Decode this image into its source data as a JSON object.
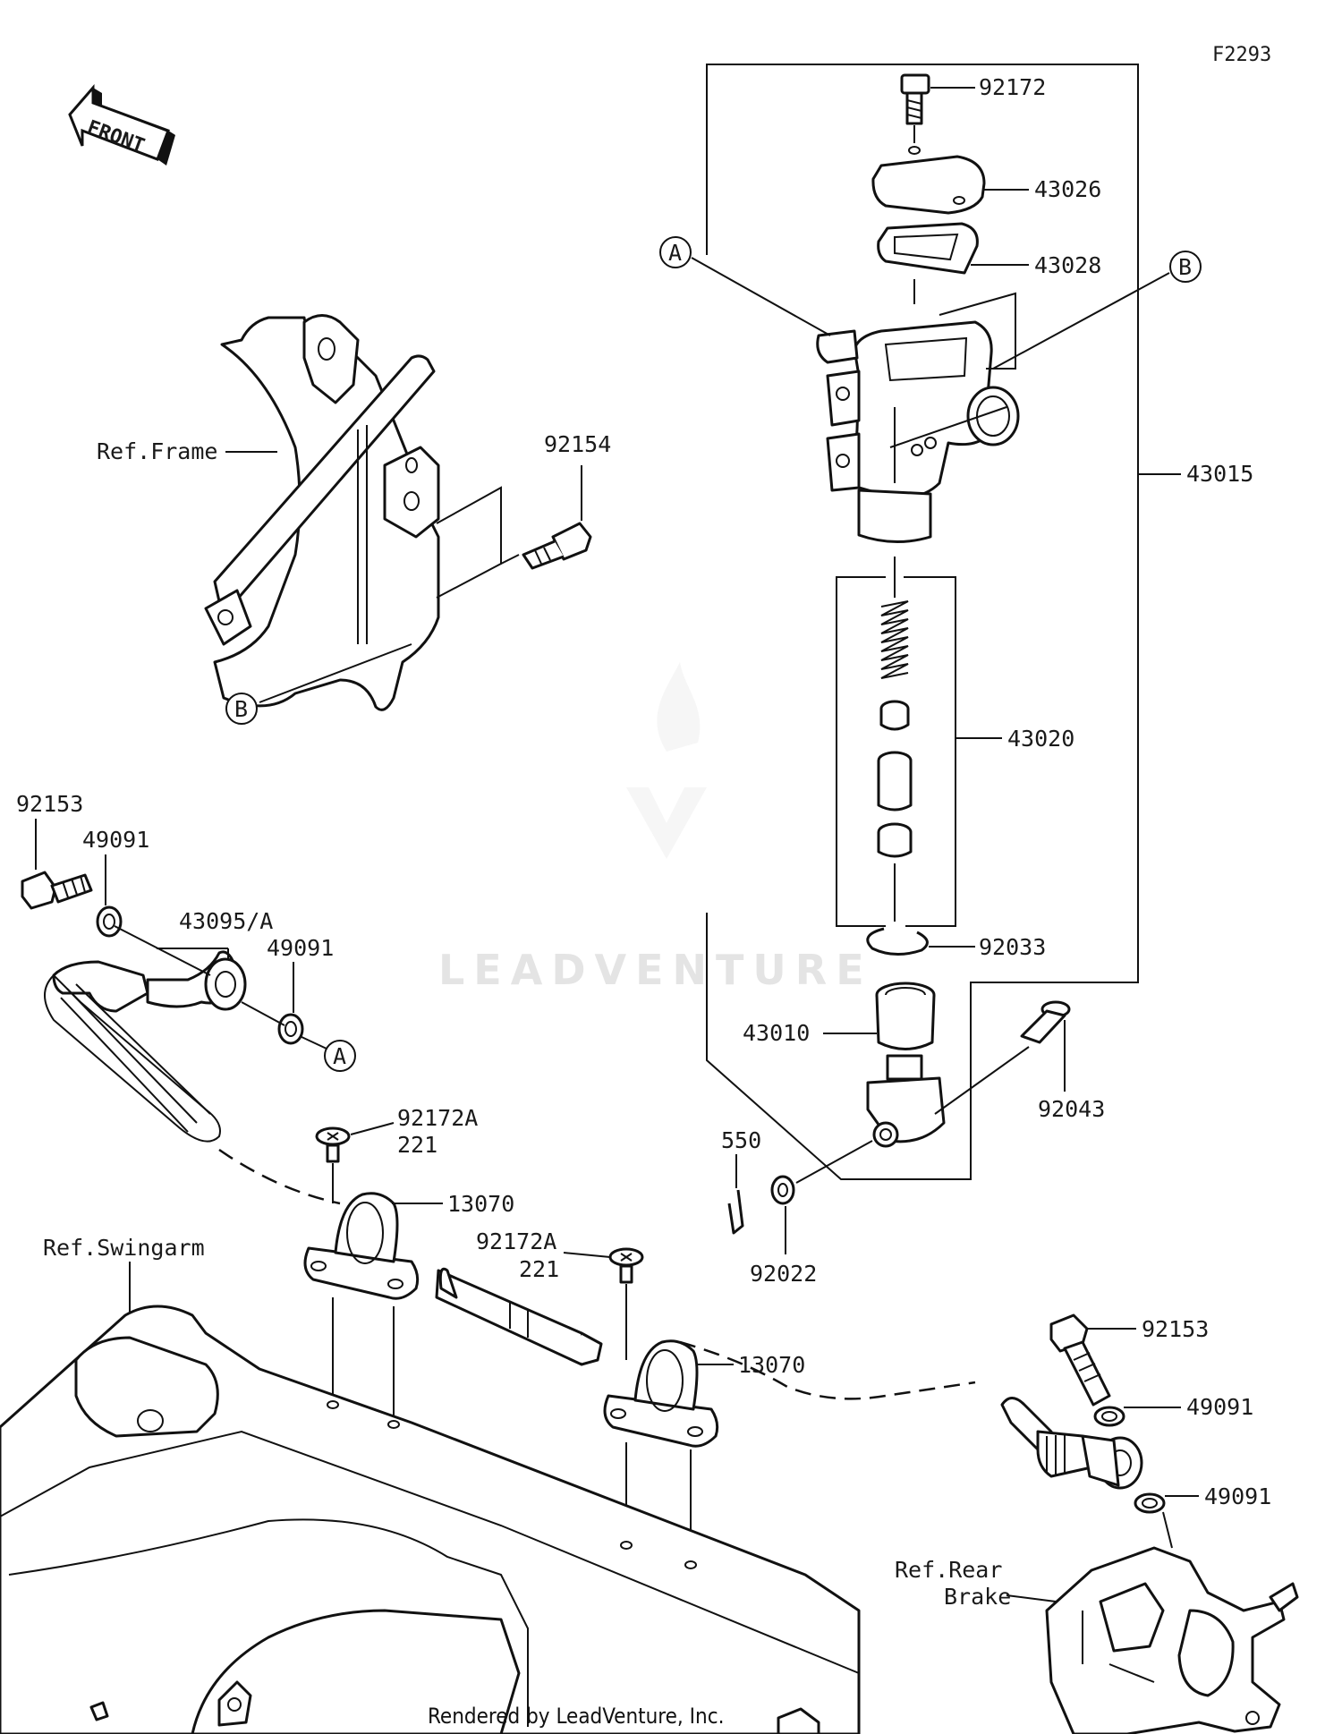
{
  "diagram_code": "F2293",
  "front_label": "FRONT",
  "footer": "Rendered by LeadVenture, Inc.",
  "watermark": "LEADVENTURE",
  "ref_labels": {
    "frame": "Ref.Frame",
    "swingarm": "Ref.Swingarm",
    "rear_brake_1": "Ref.Rear",
    "rear_brake_2": "Brake"
  },
  "callouts": {
    "c92172": "92172",
    "c43026": "43026",
    "c43028": "43028",
    "cB1": "B",
    "cA1": "A",
    "c43015": "43015",
    "c92154": "92154",
    "cB2": "B",
    "c43020": "43020",
    "c92033": "92033",
    "c43010": "43010",
    "c92043": "92043",
    "c92153a": "92153",
    "c49091a": "49091",
    "c43095": "43095/A",
    "c49091b": "49091",
    "cA2": "A",
    "c550": "550",
    "c92022": "92022",
    "c92172A1": "92172A",
    "c221a": "221",
    "c13070a": "13070",
    "c92172A2": "92172A",
    "c221b": "221",
    "c13070b": "13070",
    "c92153b": "92153",
    "c49091c": "49091",
    "c49091d": "49091"
  }
}
